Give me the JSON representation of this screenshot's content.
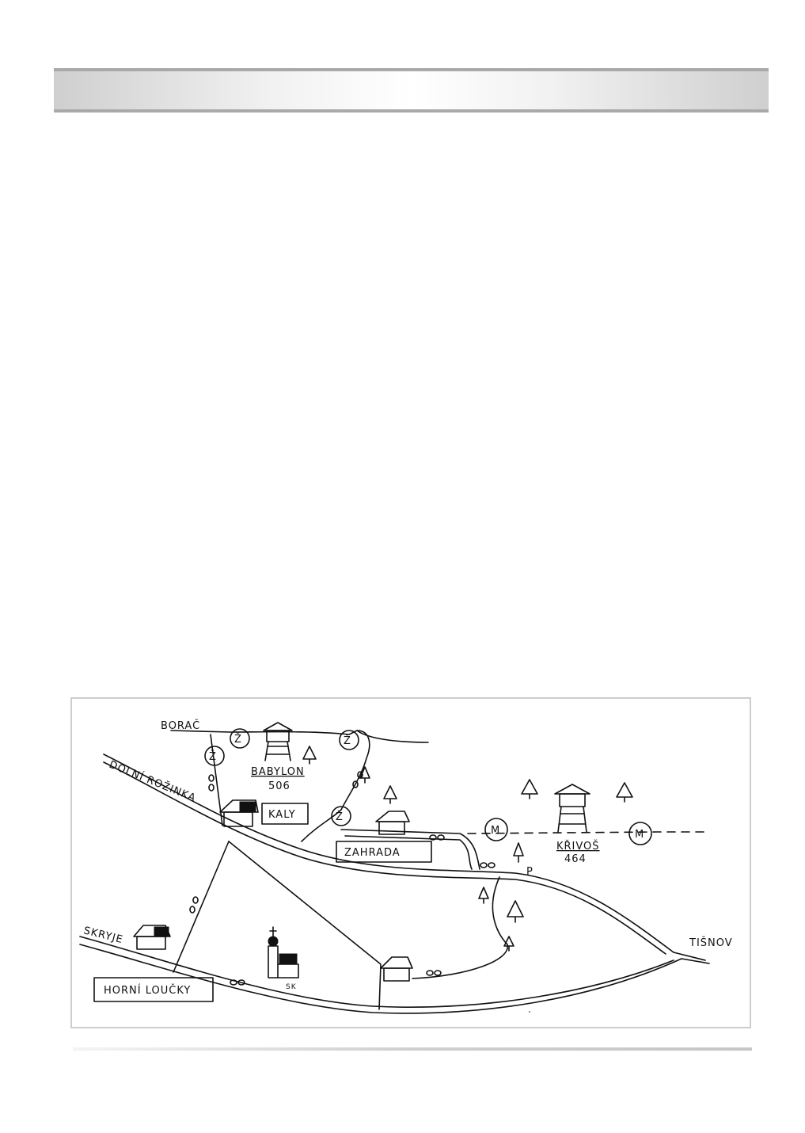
{
  "map": {
    "labels": {
      "borac": "BORAČ",
      "babylon": "BABYLON",
      "babylon_elevation": "506",
      "dolni_rozinka": "DOLNÍ ROŽINKA",
      "kaly": "KALY",
      "zahrada": "ZAHRADA",
      "krivos": "KŘIVOŠ",
      "krivos_elevation": "464",
      "skryje": "SKRYJE",
      "horni_loucky": "HORNÍ LOUČKY",
      "tisnov": "TIŠNOV",
      "church_tag": "SK",
      "parking": "P"
    },
    "trail_markers": {
      "z": "Ž",
      "m": "M"
    }
  }
}
